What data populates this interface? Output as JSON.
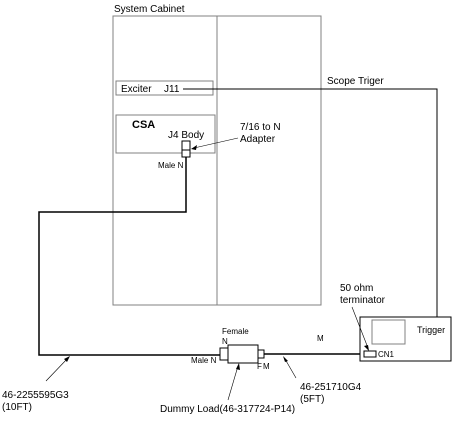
{
  "labels": {
    "system_cabinet": "System Cabinet",
    "exciter": "Exciter",
    "j11": "J11",
    "scope_trigger": "Scope Triger",
    "csa": "CSA",
    "j4_body": "J4 Body",
    "adapter_line1": "7/16 to N",
    "adapter_line2": "Adapter",
    "male_n_top": "Male N",
    "terminator_line1": "50 ohm",
    "terminator_line2": "terminator",
    "trigger": "Trigger",
    "cn1": "CN1",
    "female": "Female",
    "n_left": "N",
    "male_n_bottom": "Male N",
    "f": "F",
    "m": "M",
    "m_mid": "M",
    "cable_left_part": "46-2255595G3",
    "cable_left_length": "(10FT)",
    "cable_right_part": "46-251710G4",
    "cable_right_length": "(5FT)",
    "dummy_load": "Dummy Load(46-317724-P14)"
  },
  "colors": {
    "line": "#000000",
    "cabinet_border": "#808080",
    "background": "#ffffff"
  }
}
